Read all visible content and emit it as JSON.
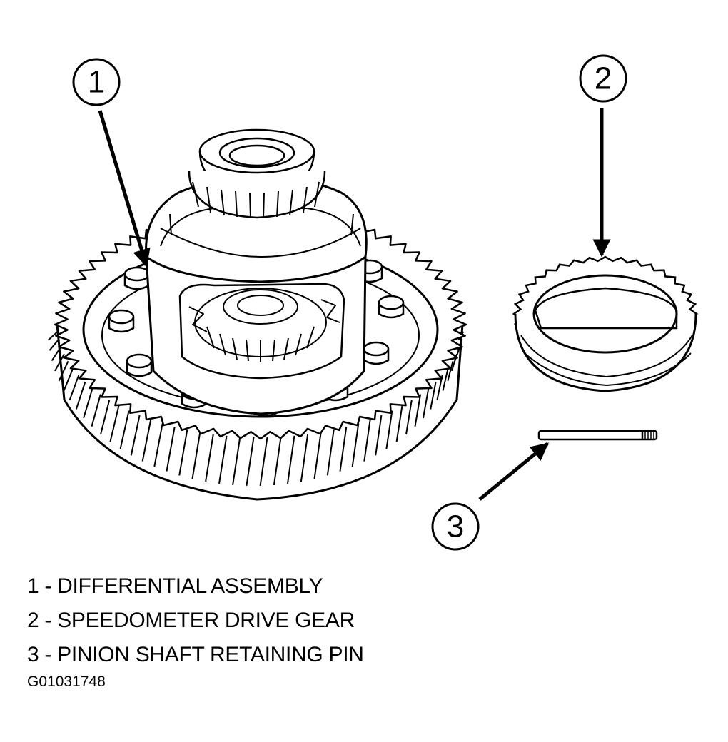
{
  "callouts": [
    {
      "number": "1",
      "part": "differential-assembly"
    },
    {
      "number": "2",
      "part": "speedometer-drive-gear"
    },
    {
      "number": "3",
      "part": "pinion-shaft-retaining-pin"
    }
  ],
  "legend": [
    "1 - DIFFERENTIAL ASSEMBLY",
    "2 - SPEEDOMETER DRIVE GEAR",
    "3 - PINION SHAFT RETAINING PIN"
  ],
  "figure_id": "G01031748",
  "colors": {
    "ink": "#000000",
    "paper": "#ffffff"
  }
}
